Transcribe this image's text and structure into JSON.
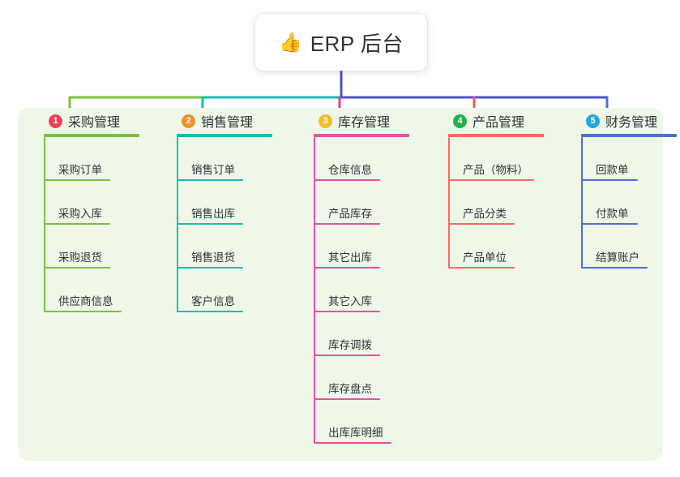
{
  "root": {
    "emoji_icon": "thumbs-up-icon",
    "emoji_glyph": "👍",
    "title": "ERP 后台"
  },
  "panel": {
    "background_color": "#eff7e9"
  },
  "connector": {
    "trunk_color": "#4d53c6",
    "bus_segments": [
      {
        "color": "#7cbf42"
      },
      {
        "color": "#0fbfad"
      },
      {
        "color": "#4d53c6"
      },
      {
        "color": "#4d53c6"
      }
    ]
  },
  "columns": [
    {
      "number": "1",
      "badge_color": "#ec4059",
      "line_color": "#7cbf42",
      "drop_color": "#7cbf42",
      "title": "采购管理",
      "head_rule_width": 118,
      "items": [
        {
          "label": "采购订单",
          "rule_width": 82
        },
        {
          "label": "采购入库",
          "rule_width": 82
        },
        {
          "label": "采购退货",
          "rule_width": 82
        },
        {
          "label": "供应商信息",
          "rule_width": 96
        }
      ]
    },
    {
      "number": "2",
      "badge_color": "#f2902c",
      "line_color": "#0fc0b0",
      "drop_color": "#0fc0b0",
      "title": "销售管理",
      "head_rule_width": 118,
      "items": [
        {
          "label": "销售订单",
          "rule_width": 82
        },
        {
          "label": "销售出库",
          "rule_width": 82
        },
        {
          "label": "销售退货",
          "rule_width": 82
        },
        {
          "label": "客户信息",
          "rule_width": 82
        }
      ]
    },
    {
      "number": "3",
      "badge_color": "#f3bc2c",
      "line_color": "#ea4fa0",
      "drop_color": "#d6407f",
      "title": "库存管理",
      "head_rule_width": 118,
      "items": [
        {
          "label": "仓库信息",
          "rule_width": 82
        },
        {
          "label": "产品库存",
          "rule_width": 82
        },
        {
          "label": "其它出库",
          "rule_width": 82
        },
        {
          "label": "其它入库",
          "rule_width": 82
        },
        {
          "label": "库存调拨",
          "rule_width": 82
        },
        {
          "label": "库存盘点",
          "rule_width": 82
        },
        {
          "label": "出库库明细",
          "rule_width": 96
        }
      ]
    },
    {
      "number": "4",
      "badge_color": "#23b14c",
      "line_color": "#f96a5e",
      "drop_color": "#f6564f",
      "title": "产品管理",
      "head_rule_width": 118,
      "items": [
        {
          "label": "产品（物料）",
          "rule_width": 106
        },
        {
          "label": "产品分类",
          "rule_width": 82
        },
        {
          "label": "产品单位",
          "rule_width": 82
        }
      ]
    },
    {
      "number": "5",
      "badge_color": "#20a7e0",
      "line_color": "#4b6fd4",
      "drop_color": "#8aa4e0",
      "title": "财务管理",
      "head_rule_width": 118,
      "items": [
        {
          "label": "回款单",
          "rule_width": 70
        },
        {
          "label": "付款单",
          "rule_width": 70
        },
        {
          "label": "结算账户",
          "rule_width": 82
        }
      ]
    }
  ]
}
